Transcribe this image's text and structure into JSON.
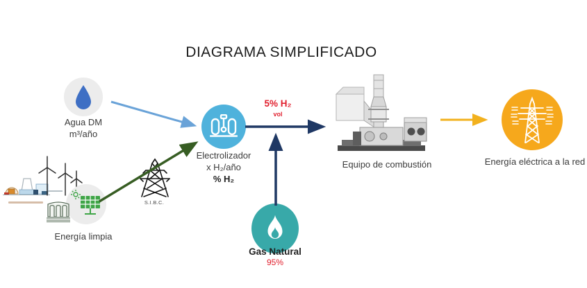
{
  "title": "DIAGRAMA SIMPLIFICADO",
  "nodes": {
    "agua": {
      "label": "Agua DM",
      "sublabel": "m³/año",
      "icon": "water-drop-icon"
    },
    "energia_limpia": {
      "label": "Energía limpia",
      "icons": [
        "wind-turbines-icon",
        "power-plant-icon",
        "hydro-dam-icon",
        "solar-panel-icon"
      ]
    },
    "sibc": {
      "label": "S.I.B.C.",
      "icon": "transmission-tower-icon"
    },
    "electrolizador": {
      "label": "Electrolizador",
      "line2": "x H₂/año",
      "line3": "% H₂",
      "icon": "electrolyzer-icon"
    },
    "combustion": {
      "label": "Equipo de combustión",
      "icon": "combustion-equipment-image"
    },
    "gas": {
      "label": "Gas Natural",
      "value": "95%",
      "icon": "flame-icon"
    },
    "red_electrica": {
      "label": "Energía eléctrica a la red",
      "icon": "power-grid-tower-icon"
    }
  },
  "flows": {
    "h2_line": {
      "label": "5% H₂",
      "sublabel": "vol"
    }
  },
  "colors": {
    "water_drop": "#3e6fc4",
    "node_gray": "#ececec",
    "electrolyzer_blue": "#4fb2dc",
    "gas_teal": "#38a9a9",
    "grid_orange": "#f6a81c",
    "arrow_blue": "#6aa3d8",
    "arrow_green": "#375d23",
    "arrow_navy": "#1f3864",
    "arrow_yellow": "#f2b11e",
    "highlight_red": "#e1202e"
  }
}
